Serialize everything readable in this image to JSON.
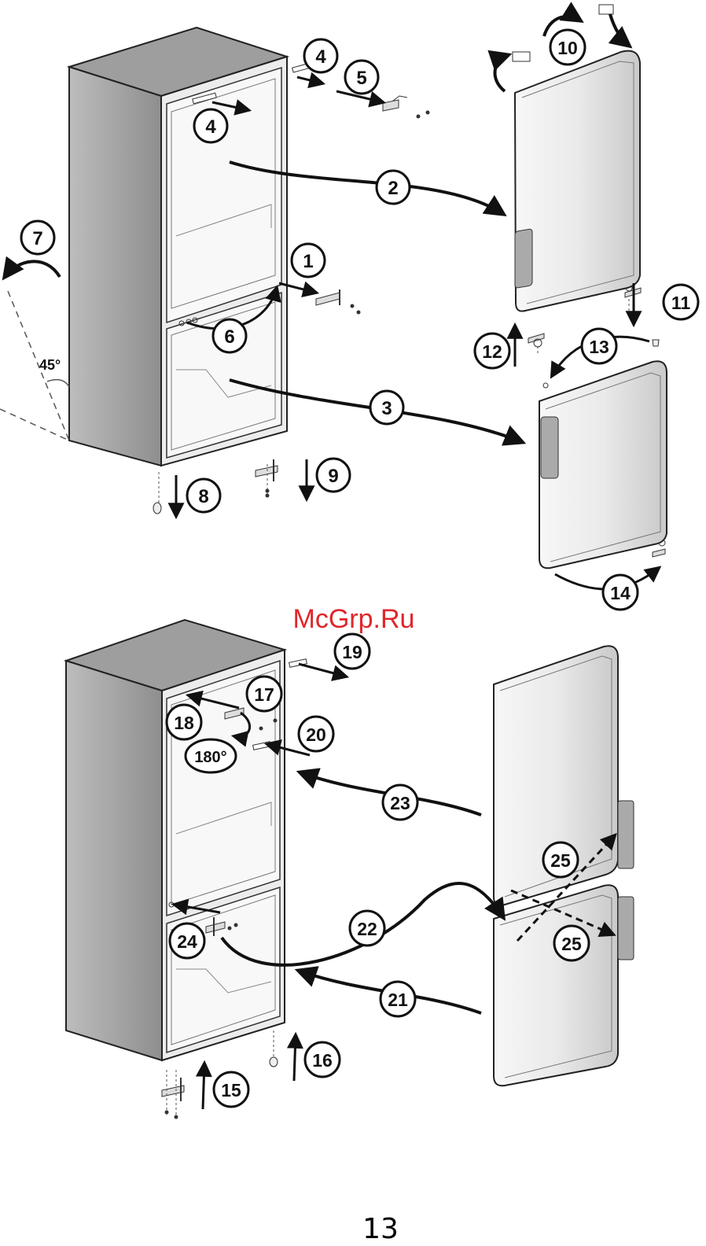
{
  "watermark": "McGrp.Ru",
  "page_number": "13",
  "angle_label": "45°",
  "rotation_label": "180°",
  "steps": [
    "1",
    "2",
    "3",
    "4",
    "4",
    "5",
    "6",
    "7",
    "8",
    "9",
    "10",
    "11",
    "12",
    "13",
    "14",
    "15",
    "16",
    "17",
    "18",
    "19",
    "20",
    "21",
    "22",
    "23",
    "24",
    "25",
    "25"
  ]
}
